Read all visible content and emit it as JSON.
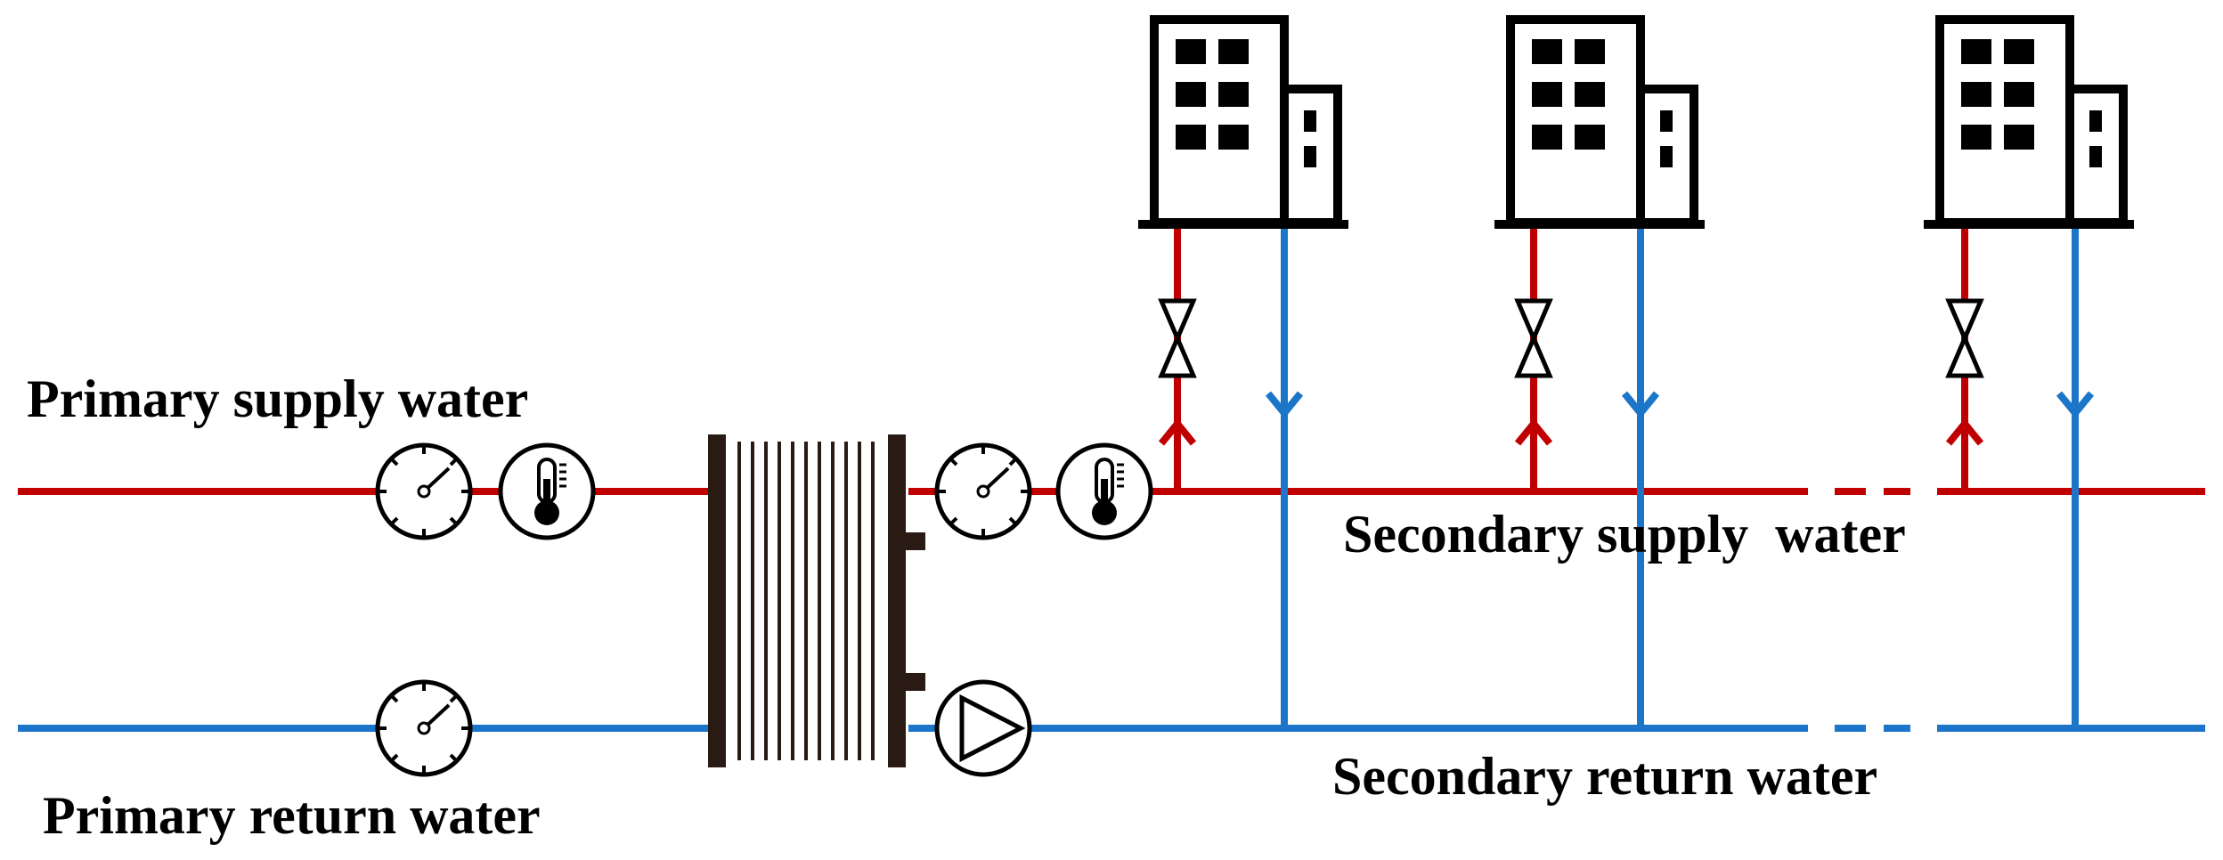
{
  "labels": {
    "primary_supply": "Primary supply water",
    "primary_return": "Primary return water",
    "secondary_supply": "Secondary supply  water",
    "secondary_return": "Secondary return water"
  },
  "colors": {
    "supply": "#c00000",
    "return": "#1b75c9",
    "ink": "#000000",
    "exchanger": "#2a1a14"
  },
  "icons": [
    "building-icon",
    "valve-icon",
    "pressure-gauge-icon",
    "thermometer-icon",
    "pump-icon",
    "heat-exchanger-icon",
    "flow-arrow-icon"
  ]
}
